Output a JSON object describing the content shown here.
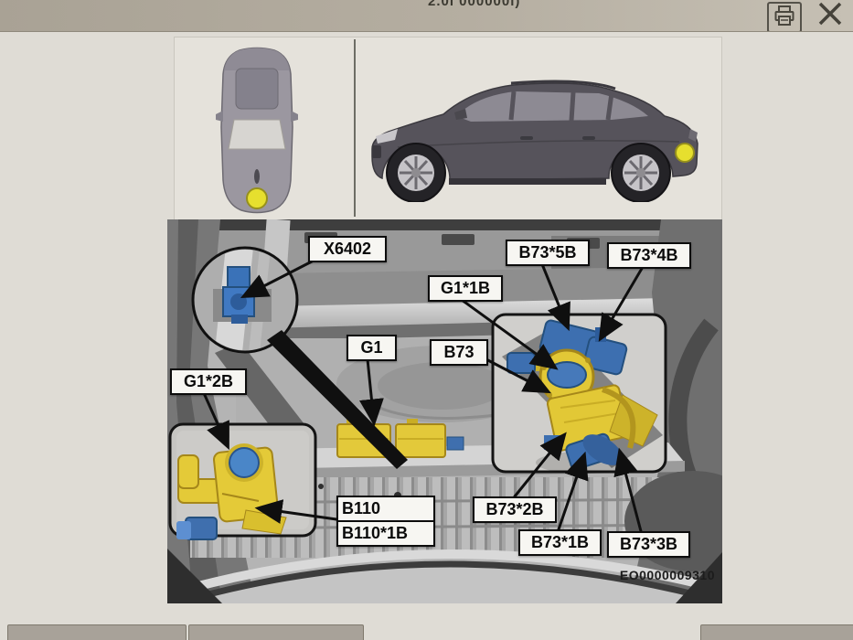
{
  "titlebar": {
    "title_clipped": "2.0i  000000i)",
    "icons": [
      {
        "name": "print-icon"
      },
      {
        "name": "close-icon"
      }
    ]
  },
  "vehicle_views": {
    "top_view_name": "vehicle-top-view",
    "side_view_name": "vehicle-side-view",
    "marker_color": "#e6df2e"
  },
  "diagram": {
    "figure_id": "EO0000009310",
    "labels": [
      {
        "text": "X6402"
      },
      {
        "text": "B73*5B"
      },
      {
        "text": "B73*4B"
      },
      {
        "text": "G1*1B"
      },
      {
        "text": "G1"
      },
      {
        "text": "B73"
      },
      {
        "text": "G1*2B"
      },
      {
        "text": "B110"
      },
      {
        "text": "B110*1B"
      },
      {
        "text": "B73*2B"
      },
      {
        "text": "B73*1B"
      },
      {
        "text": "B73*3B"
      }
    ],
    "colors": {
      "component_highlight_yellow": "#e2c836",
      "connector_blue": "#3d6fb0",
      "photo_gray": "#b4b4b4"
    }
  }
}
